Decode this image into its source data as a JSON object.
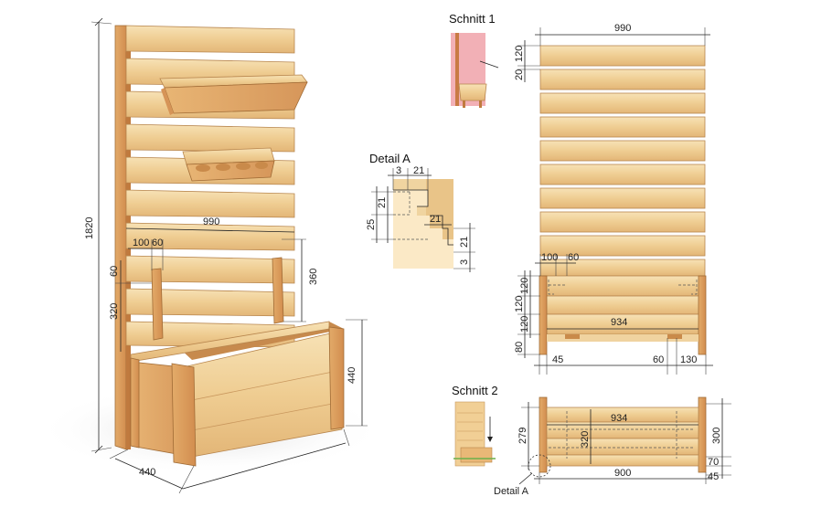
{
  "titles": {
    "section1": "Schnitt 1",
    "section2": "Schnitt 2",
    "detailA": "Detail A",
    "detailA_callout": "Detail A"
  },
  "perspective": {
    "height": "1820",
    "width": "990",
    "post_offset_100": "100",
    "post_offset_60": "60",
    "left_60": "60",
    "left_320": "320",
    "right_360": "360",
    "right_440": "440",
    "depth_440": "440"
  },
  "detailA": {
    "top_3": "3",
    "top_21": "21",
    "left_21": "21",
    "left_25": "25",
    "mid_21": "21",
    "right_21": "21",
    "right_3": "3"
  },
  "front": {
    "width_990": "990",
    "slat_120": "120",
    "gap_20": "20",
    "post_100": "100",
    "post_60": "60",
    "box_120a": "120",
    "box_120b": "120",
    "box_120c": "120",
    "leg_80": "80",
    "inner_934": "934",
    "bottom_45": "45",
    "bottom_60": "60",
    "bottom_130": "130"
  },
  "plan": {
    "inner_934": "934",
    "depth_279": "279",
    "depth_320": "320",
    "depth_300": "300",
    "edge_70": "70",
    "edge_45": "45",
    "width_900": "900"
  },
  "colors": {
    "wood_light": "#f3d9a6",
    "wood_mid": "#e7b978",
    "wood_dark": "#c98a4a",
    "section_red": "#e8707a"
  }
}
